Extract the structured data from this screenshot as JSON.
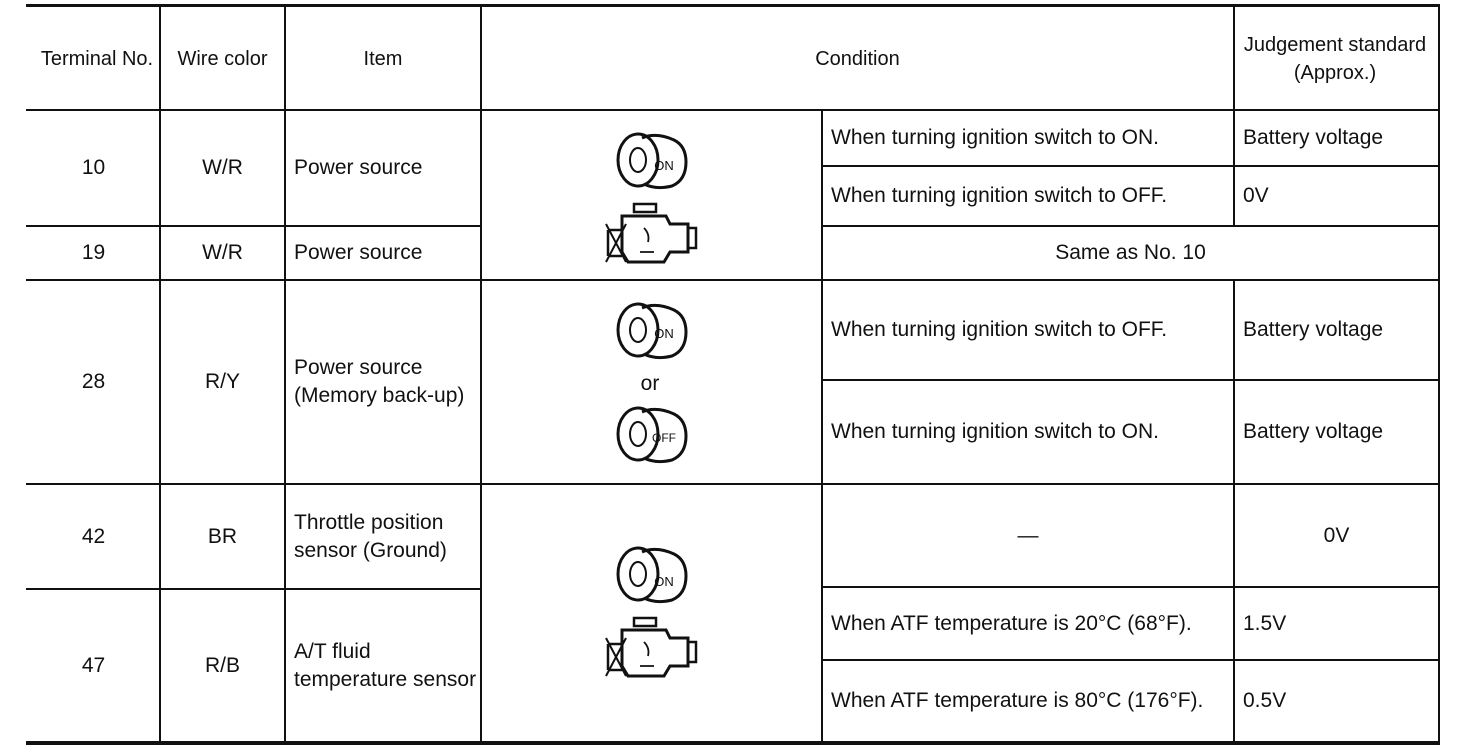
{
  "headers": {
    "terminal": "Terminal No.",
    "wire": "Wire color",
    "item": "Item",
    "condition": "Condition",
    "judgement": "Judgement standard (Approx.)"
  },
  "rows": [
    {
      "terminal": "10",
      "wire": "W/R",
      "item": "Power source",
      "cond1": "When turning ignition switch to ON.",
      "judge1": "Battery voltage",
      "cond2": "When turning ignition switch to OFF.",
      "judge2": "0V"
    },
    {
      "terminal": "19",
      "wire": "W/R",
      "item": "Power source",
      "same": "Same as No. 10"
    },
    {
      "terminal": "28",
      "wire": "R/Y",
      "item": "Power source (Memory back-up)",
      "cond1": "When turning ignition switch to OFF.",
      "judge1": "Battery voltage",
      "cond2": "When turning ignition switch to ON.",
      "judge2": "Battery voltage",
      "or_label": "or"
    },
    {
      "terminal": "42",
      "wire": "BR",
      "item": "Throttle position sensor (Ground)",
      "cond1": "—",
      "judge1": "0V"
    },
    {
      "terminal": "47",
      "wire": "R/B",
      "item": "A/T fluid temperature sensor",
      "cond1": "When ATF temperature is 20°C (68°F).",
      "judge1": "1.5V",
      "cond2": "When ATF temperature is 80°C (176°F).",
      "judge2": "0.5V"
    }
  ],
  "icons": {
    "key_on": "ON",
    "key_off": "OFF"
  }
}
